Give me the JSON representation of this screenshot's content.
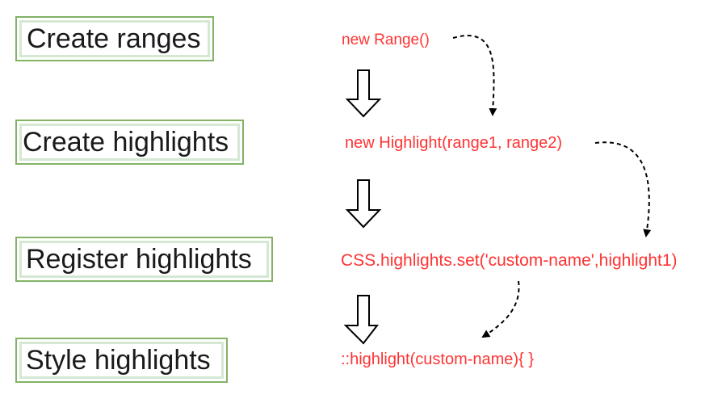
{
  "steps": [
    {
      "label": "Create ranges",
      "code": "new Range()"
    },
    {
      "label": "Create highlights",
      "code": "new Highlight(range1, range2)"
    },
    {
      "label": "Register highlights",
      "code": "CSS.highlights.set('custom-name',highlight1)"
    },
    {
      "label": "Style highlights",
      "code": "::highlight(custom-name){ }"
    }
  ],
  "colors": {
    "box_border": "#82b366",
    "box_inner": "#d5e8d4",
    "code_text": "#ff3333",
    "arrow": "#000000"
  }
}
